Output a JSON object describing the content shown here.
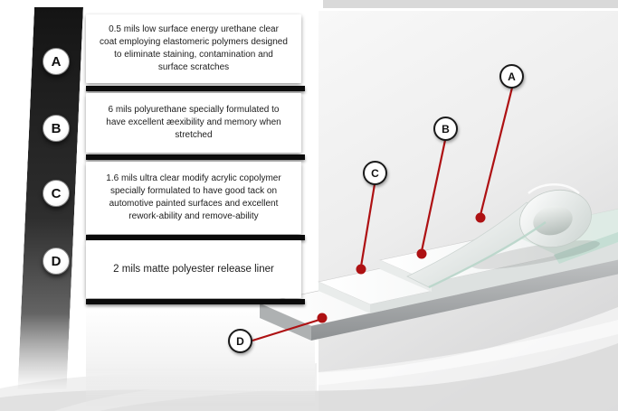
{
  "colors": {
    "accent_red": "#ae1113",
    "panel_dark": "#111111",
    "film_teal": "#c2ddd2"
  },
  "legend": {
    "items": [
      {
        "letter": "A",
        "text": "0.5 mils low surface energy urethane clear coat employing elastomeric polymers designed to eliminate staining, contamination and surface scratches"
      },
      {
        "letter": "B",
        "text": "6 mils polyurethane specially formulated to have excellent æexibility and memory when stretched"
      },
      {
        "letter": "C",
        "text": "1.6 mils ultra clear modify acrylic copolymer specially formulated to have good tack on automotive painted surfaces and excellent rework-ability and remove-ability"
      },
      {
        "letter": "D",
        "text": "2 mils matte polyester release liner"
      }
    ]
  },
  "diagram": {
    "callouts": [
      {
        "letter": "A"
      },
      {
        "letter": "B"
      },
      {
        "letter": "C"
      },
      {
        "letter": "D"
      }
    ]
  }
}
